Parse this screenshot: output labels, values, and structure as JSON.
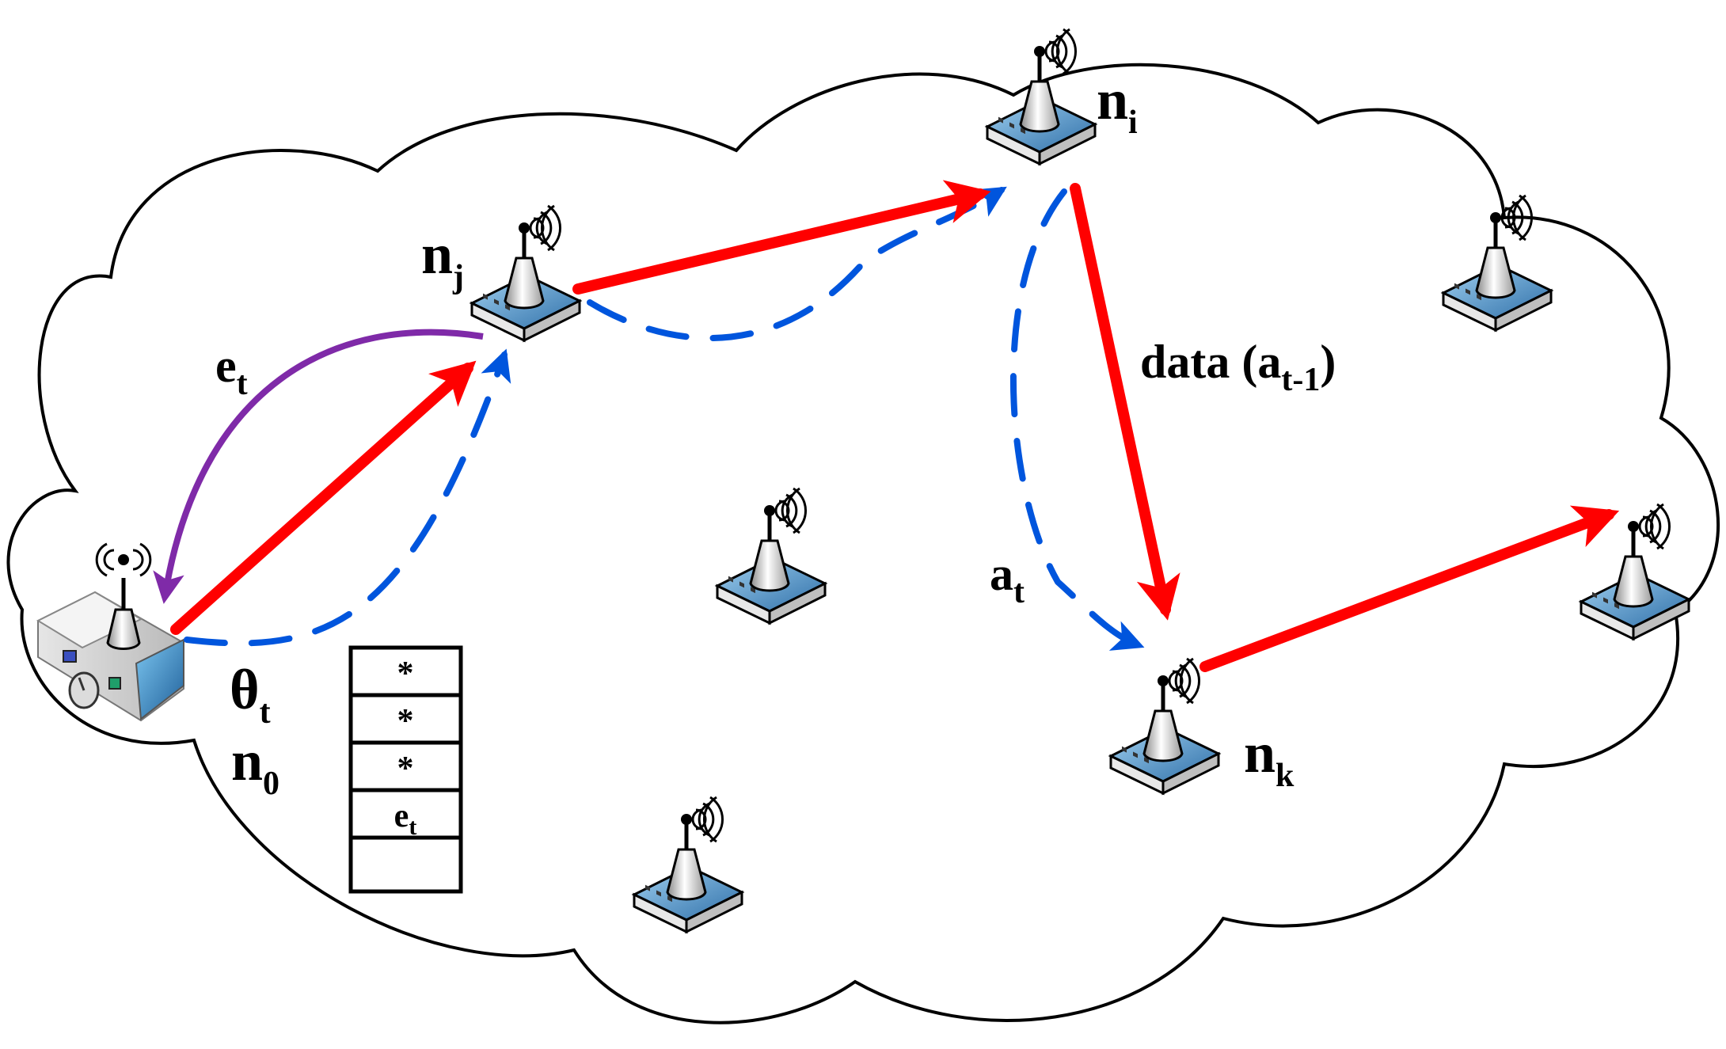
{
  "nodes": {
    "source": {
      "base": "n",
      "sub": "0",
      "param_base": "θ",
      "param_sub": "t",
      "icon": "sensor-device-icon"
    },
    "nj": {
      "base": "n",
      "sub": "j",
      "icon": "wireless-router-icon"
    },
    "ni": {
      "base": "n",
      "sub": "i",
      "icon": "wireless-router-icon"
    },
    "nk": {
      "base": "n",
      "sub": "k",
      "icon": "wireless-router-icon"
    }
  },
  "edge_labels": {
    "et": {
      "base": "e",
      "sub": "t"
    },
    "at": {
      "base": "a",
      "sub": "t"
    },
    "data": {
      "prefix": "data (",
      "base": "a",
      "sub": "t-1",
      "suffix": ")"
    }
  },
  "buffer": {
    "cells": [
      "*",
      "*",
      "*",
      "e",
      ""
    ],
    "cell_subs": [
      "",
      "",
      "",
      "t",
      ""
    ]
  },
  "colors": {
    "data_path": "#ff0000",
    "action_path": "#0055dd",
    "feedback_path": "#7f2aa8",
    "cloud_outline": "#000000",
    "router_base": "#5a9ed0"
  }
}
